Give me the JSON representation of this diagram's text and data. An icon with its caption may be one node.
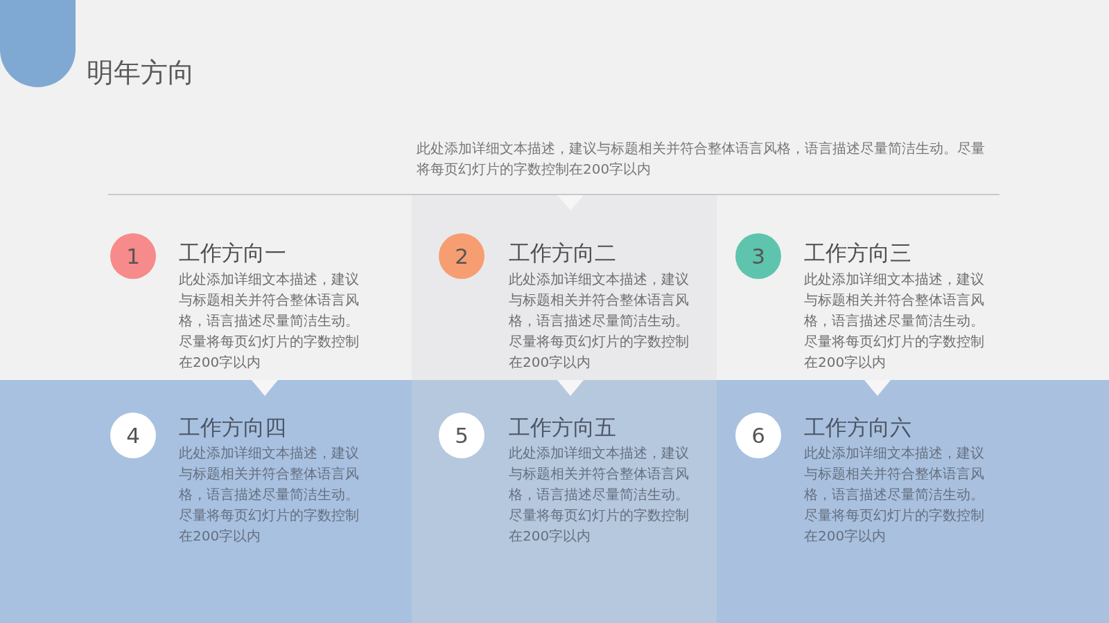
{
  "diagram": {
    "title": "明年方向",
    "nodes": [
      {
        "text": [
          "工作方向一",
          "此处添加详细文本描述，建议与标题相关并符合整体语言风格，语言描述尽量简洁生动。尽量将每页幻灯片的字数控制在200字以内"
        ]
      },
      {
        "text": [
          "1"
        ],
        "in": 0
      },
      {
        "text": [
          "工作方向二",
          "此处添加详细文本描述，建议与标题相关并符合整体语言风格，语言描述尽量简洁生动。尽量将每页幻灯片的字数控制在200字以内"
        ]
      },
      {
        "text": [
          "2"
        ],
        "in": 2
      },
      {
        "text": [
          "工作方向三",
          "此处添加详细文本描述，建议与标题相关并符合整体语言风格，语言描述尽量简洁生动。尽量将每页幻灯片的字数控制在200字以内"
        ]
      },
      {
        "text": [
          "3"
        ],
        "in": 4
      },
      {
        "text": [
          "工作方向四",
          "此处添加详细文本描述，建议与标题相关并符合整体语言风格，语言描述尽量简洁生动。尽量将每页幻灯片的字数控制在200字以内"
        ]
      },
      {
        "text": [
          "4"
        ],
        "in": 6
      },
      {
        "text": [
          "工作方向五",
          "此处添加详细文本描述，建议与标题相关并符合整体语言风格，语言描述尽量简洁生动。尽量将每页幻灯片的字数控制在200字以内"
        ]
      },
      {
        "text": [
          "5"
        ],
        "in": 8
      },
      {
        "text": [
          "工作方向六",
          "此处添加详细文本描述，建议与标题相关并符合整体语言风格，语言描述尽量简洁生动。尽量将每页幻灯片的字数控制在200字以内"
        ]
      },
      {
        "text": [
          "6"
        ],
        "in": 10
      }
    ],
    "labels": [
      "此处添加详细文本描述，建议与标题相关并符合整体语言风格，语言描述尽量简洁生动。尽量将每页幻灯片的字数控制在200字以内"
    ]
  }
}
